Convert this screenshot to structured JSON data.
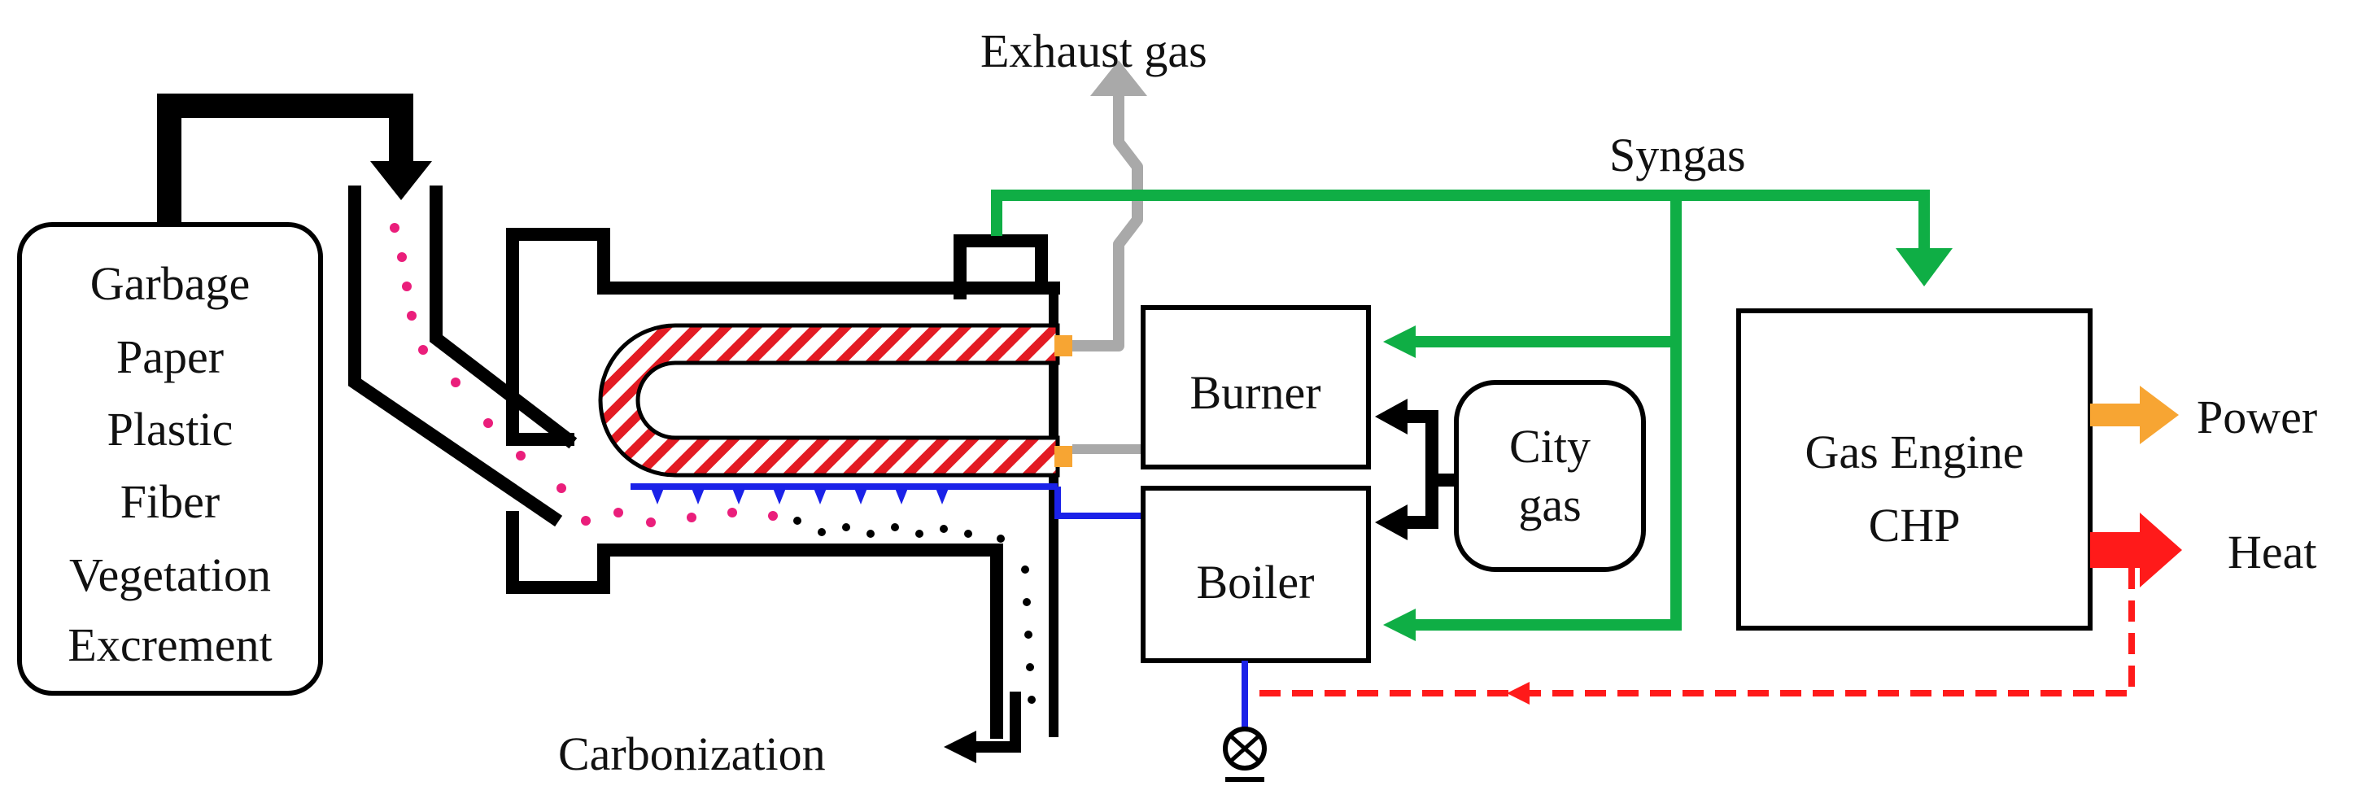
{
  "feed": {
    "items": [
      "Garbage",
      "Paper",
      "Plastic",
      "Fiber",
      "Vegetation",
      "Excrement"
    ]
  },
  "labels": {
    "exhaust": "Exhaust gas",
    "syngas": "Syngas",
    "burner": "Burner",
    "boiler": "Boiler",
    "city_gas_line1": "City",
    "city_gas_line2": "gas",
    "engine_line1": "Gas Engine",
    "engine_line2": "CHP",
    "power": "Power",
    "heat": "Heat",
    "carbonization": "Carbonization"
  },
  "colors": {
    "syngas": "#0fae45",
    "exhaust": "#a9a9a9",
    "power": "#f7a533",
    "heat": "#ff1a1a",
    "water": "#1b22e8",
    "waste_particles": "#ea1e7b",
    "hatch": "#e31b23"
  },
  "icons": {
    "pump": "pump-icon"
  }
}
